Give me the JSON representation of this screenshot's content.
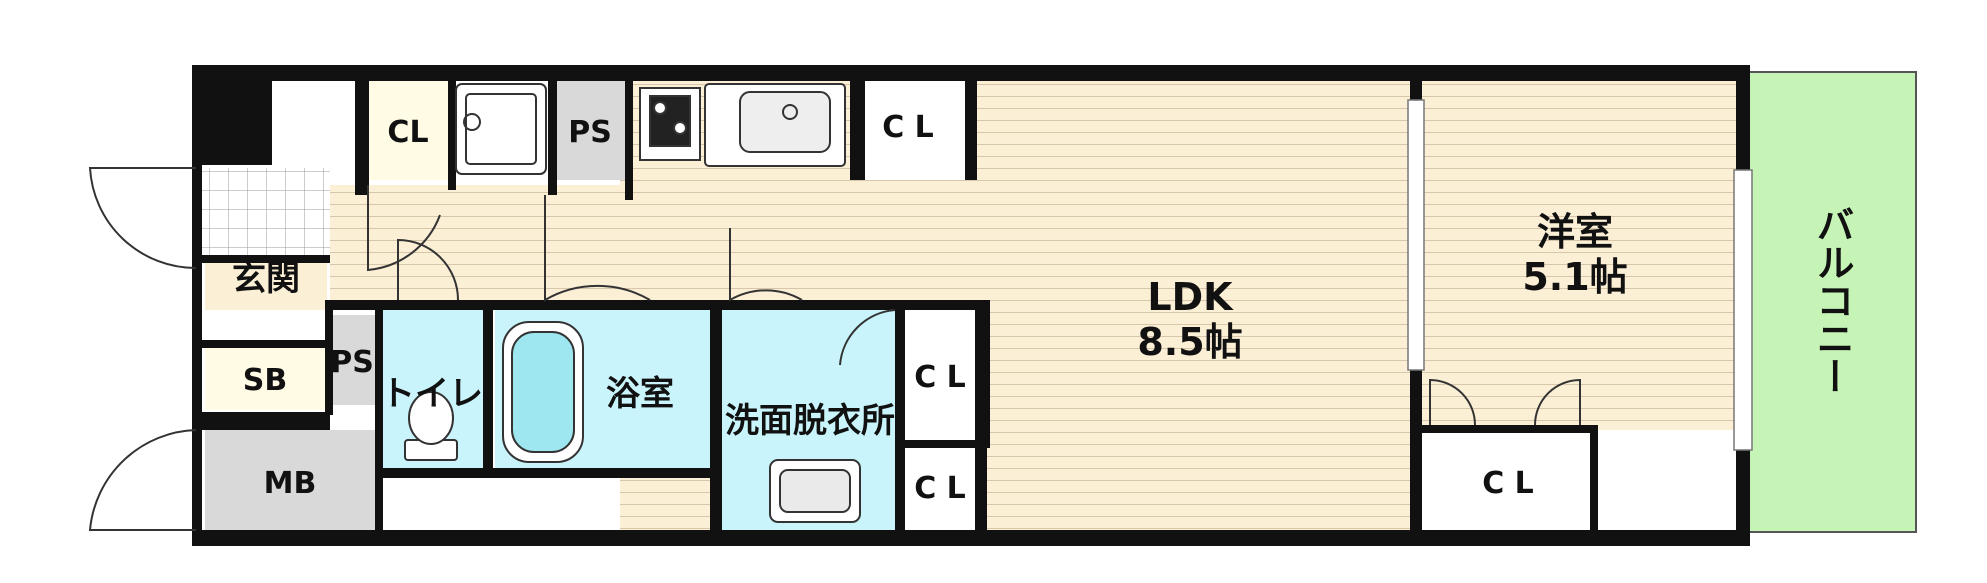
{
  "colors": {
    "wall": "#111111",
    "floor_wood": "#fbefd6",
    "floor_line": "#c9b597",
    "wet_area": "#c9f4fb",
    "balcony": "#c6f3b6",
    "storage": "#fffbe5",
    "meter_box": "#d9d9d9",
    "tile": "#ffffff"
  },
  "rooms": {
    "ldk_name": "LDK",
    "ldk_size": "8.5帖",
    "western_name": "洋室",
    "western_size": "5.1帖",
    "balcony": "バルコニー",
    "entrance": "玄関",
    "toilet": "トイレ",
    "bathroom": "浴室",
    "washroom": "洗面脱衣所",
    "shoe_box": "SB",
    "meter_box": "MB",
    "pipe_space_1": "PS",
    "pipe_space_2": "PS",
    "closet_1": "CL",
    "closet_2": "C L",
    "closet_3": "C L",
    "closet_4": "C L",
    "closet_5": "C L"
  },
  "fixtures": [
    "washer-pan-icon",
    "stove-icon",
    "sink-icon",
    "bathtub-icon",
    "toilet-icon",
    "washbasin-icon"
  ]
}
